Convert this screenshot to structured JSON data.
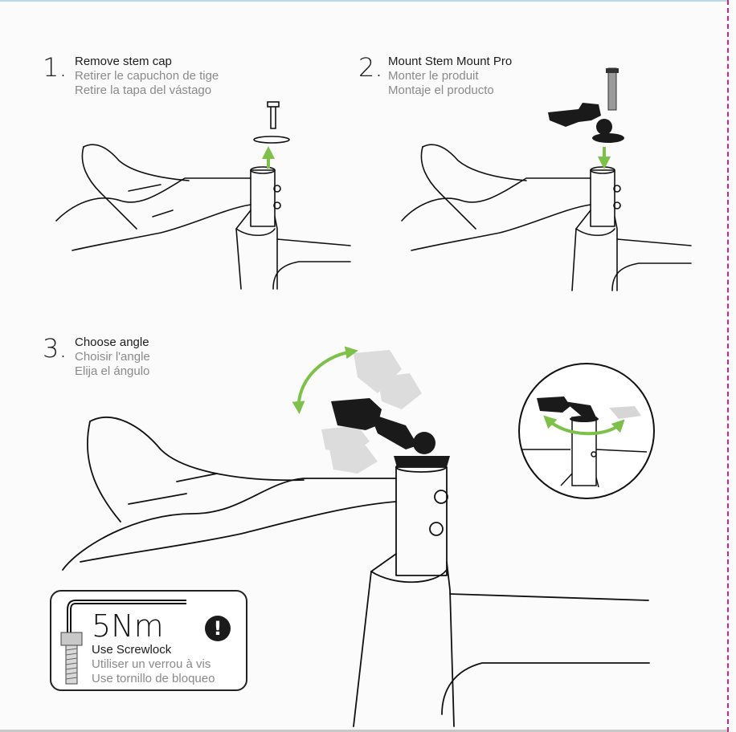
{
  "steps": [
    {
      "number": "1.",
      "en": "Remove stem cap",
      "fr": "Retirer le capuchon de tige",
      "es": "Retire la tapa del vástago"
    },
    {
      "number": "2.",
      "en": "Mount Stem Mount Pro",
      "fr": "Monter le produit",
      "es": "Montaje el producto"
    },
    {
      "number": "3.",
      "en": "Choose angle",
      "fr": "Choisir l'angle",
      "es": "Elija el ángulo"
    }
  ],
  "torque": {
    "value": "5Nm",
    "en": "Use Screwlock",
    "fr": "Utiliser un verrou à vis",
    "es": "Use tornillo de bloqueo"
  },
  "icons": {
    "warning": "exclamation-icon",
    "hex_key": "hex-key-icon",
    "bolt": "bolt-icon"
  },
  "colors": {
    "arrow_green": "#7dc14a",
    "cut_line": "#d6237f",
    "text_secondary": "#8a8a8a"
  }
}
